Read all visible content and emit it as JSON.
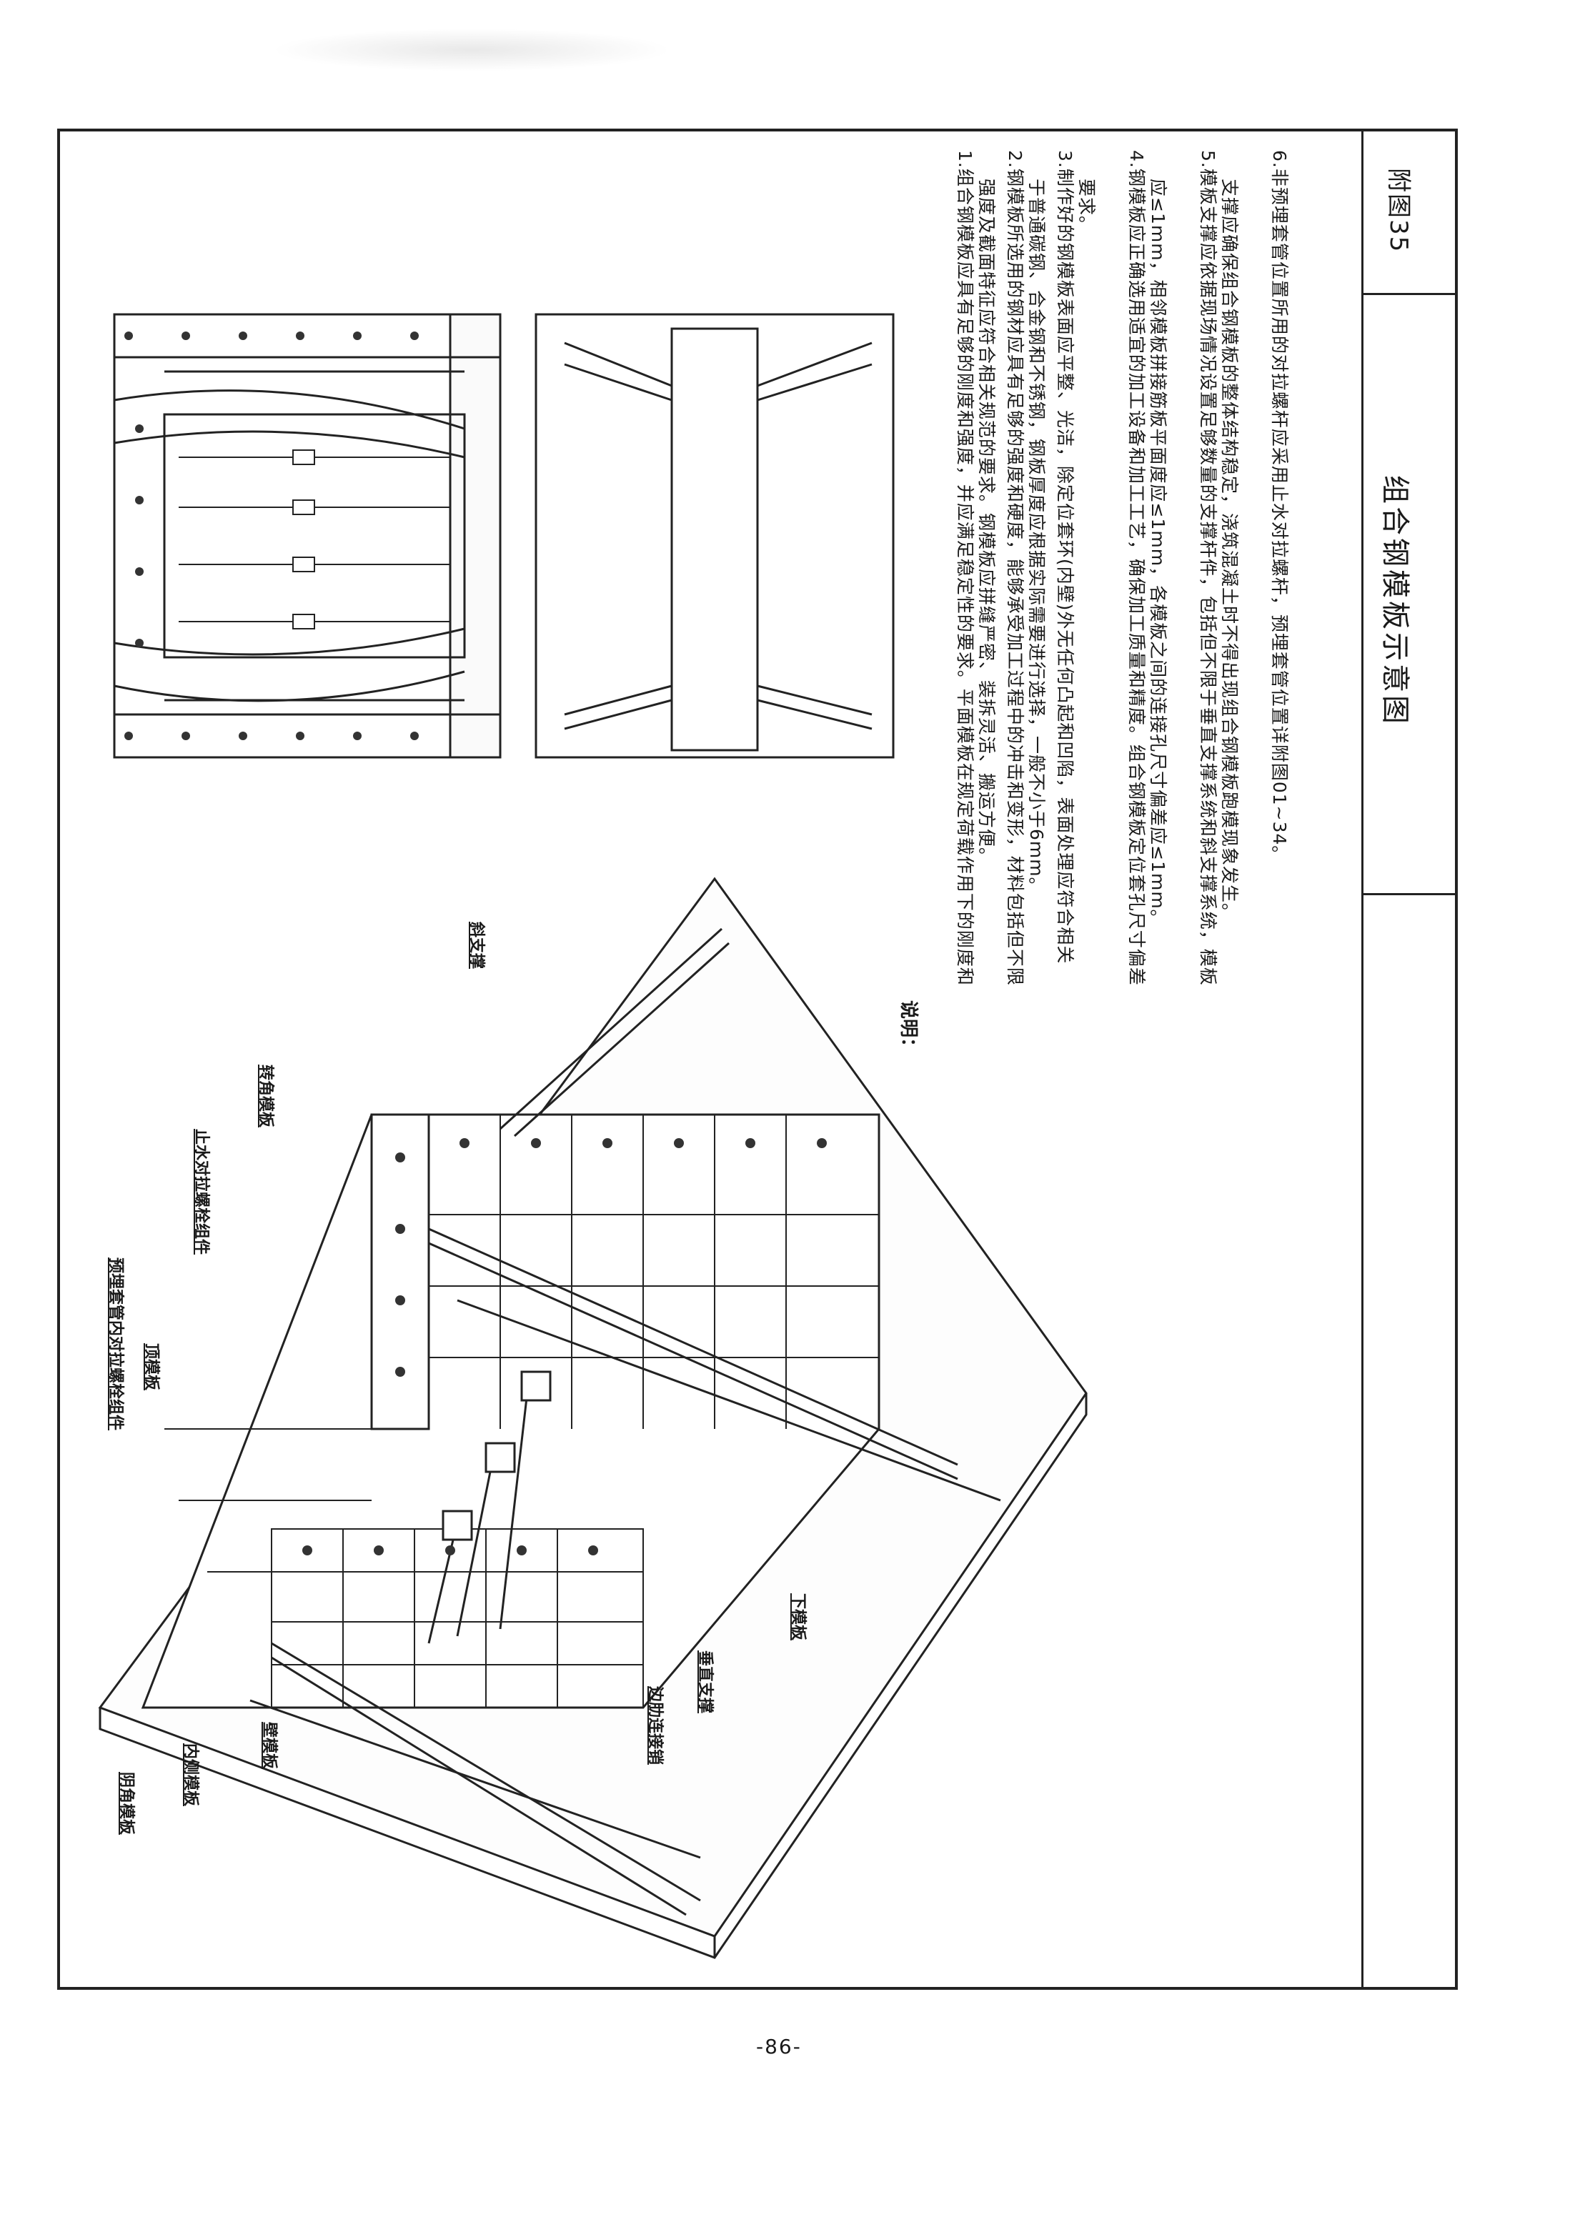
{
  "title_block": {
    "figure_number": "附图35",
    "figure_title": "组合钢模板示意图"
  },
  "notes": {
    "heading": "说明：",
    "items": [
      "1.组合钢模板应具有足够的刚度和强度，并应满足稳定性的要求。平面模板在规定荷载作用下的刚度和",
      "强度及截面特征应符合相关规范的要求。钢模板应拼缝严密、装拆灵活、搬运方便。",
      "2.钢模板所选用的钢材应具有足够的强度和硬度，能够承受加工过程中的冲击和变形，材料包括但不限",
      "于普通碳钢、合金钢和不锈钢，钢板厚度应根据实际需要进行选择，一般不小于6mm。",
      "3.制作好的钢模板表面应平整、光洁，除定位套环(内壁)外无任何凸起和凹陷，表面处理应符合相关",
      "要求。",
      "4.钢模板应正确选用适宜的加工设备和加工工艺，确保加工质量和精度。组合钢模板定位套孔尺寸偏差",
      "应≤1mm，相邻模板拼接筋板平面度应≤1mm，各模板之间的连接孔尺寸偏差应≤1mm。",
      "5.模板支撑应依据现场情况设置足够数量的支撑杆件，包括但不限于垂直支撑系统和斜支撑系统，模板",
      "支撑应确保组合钢模板的整体结构稳定，浇筑混凝土时不得出现组合钢模板跑模现象发生。",
      "6.非预埋套管位置所用的对拉螺杆应采用止水对拉螺杆，预埋套管位置详附图01~34。"
    ]
  },
  "callouts": {
    "yin_corner": "阴角模板",
    "inner_side": "内侧模板",
    "wall": "壁模板",
    "embedded_sleeve": "预埋套管内对拉螺栓组件",
    "top_form": "顶模板",
    "water_stop_bolt": "止水对拉螺栓组件",
    "corner_form": "转角模板",
    "diagonal_brace": "斜支撑",
    "side_pin": "边肋连接销",
    "vertical_support": "垂直支撑",
    "bottom_form": "下模板"
  },
  "page_number": "-86-"
}
